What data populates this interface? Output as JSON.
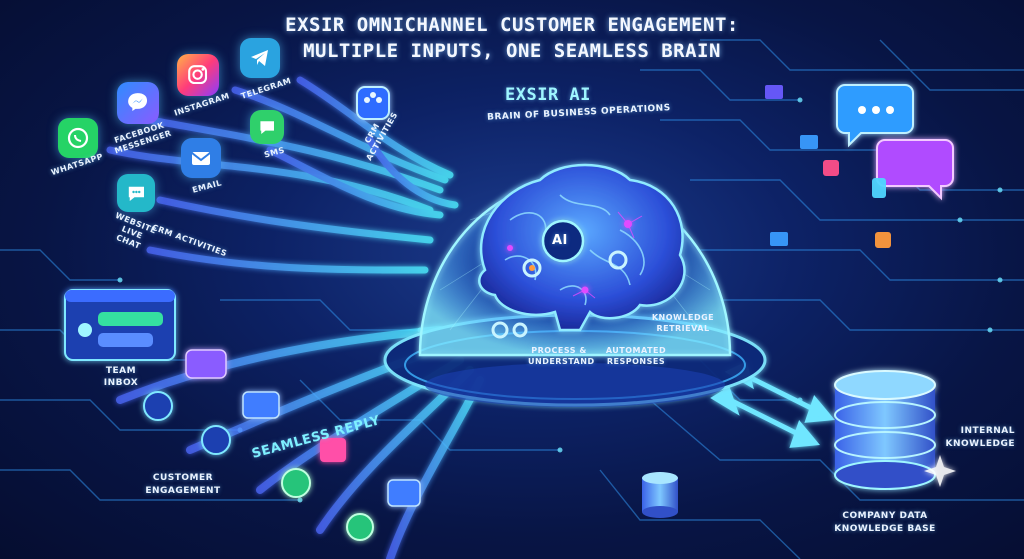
{
  "title_line1": "EXSIR OMNICHANNEL CUSTOMER ENGAGEMENT:",
  "title_line2": "MULTIPLE INPUTS, ONE SEAMLESS BRAIN",
  "brain": {
    "name": "EXSIR AI",
    "tagline": "BRAIN OF BUSINESS OPERATIONS",
    "chip": "AI",
    "labels": {
      "process": "PROCESS & UNDERSTAND",
      "automated": "AUTOMATED RESPONSES",
      "knowledge": "KNOWLEDGE RETRIEVAL"
    }
  },
  "channels": {
    "whatsapp": "WHATSAPP",
    "messenger": "FACEBOOK MESSENGER",
    "instagram": "INSTAGRAM",
    "telegram": "TELEGRAM",
    "email": "EMAIL",
    "sms": "SMS",
    "livechat": "WEBSITE LIVE CHAT",
    "crm1": "CRM ACTIVITIES",
    "crm2": "CRM ACTIVITIES"
  },
  "bottom": {
    "team_inbox": "TEAM INBOX",
    "seamless_reply": "SEAMLESS REPLY",
    "customer_engagement": "CUSTOMER ENGAGEMENT",
    "internal_knowledge": "INTERNAL KNOWLEDGE",
    "company_data": "COMPANY DATA KNOWLEDGE BASE"
  },
  "colors": {
    "accent": "#3fd6ff",
    "glow": "#7ef0ff",
    "magenta": "#e04bff",
    "whatsapp": "#25d366",
    "telegram": "#2aa3e0",
    "email": "#2f7ee6",
    "sms": "#2fd06b"
  },
  "icons": [
    "whatsapp-icon",
    "messenger-icon",
    "instagram-icon",
    "telegram-icon",
    "email-icon",
    "sms-icon",
    "livechat-icon",
    "crm-icon",
    "database-icon",
    "chat-bubble-icon",
    "envelope-icon",
    "phone-icon"
  ]
}
